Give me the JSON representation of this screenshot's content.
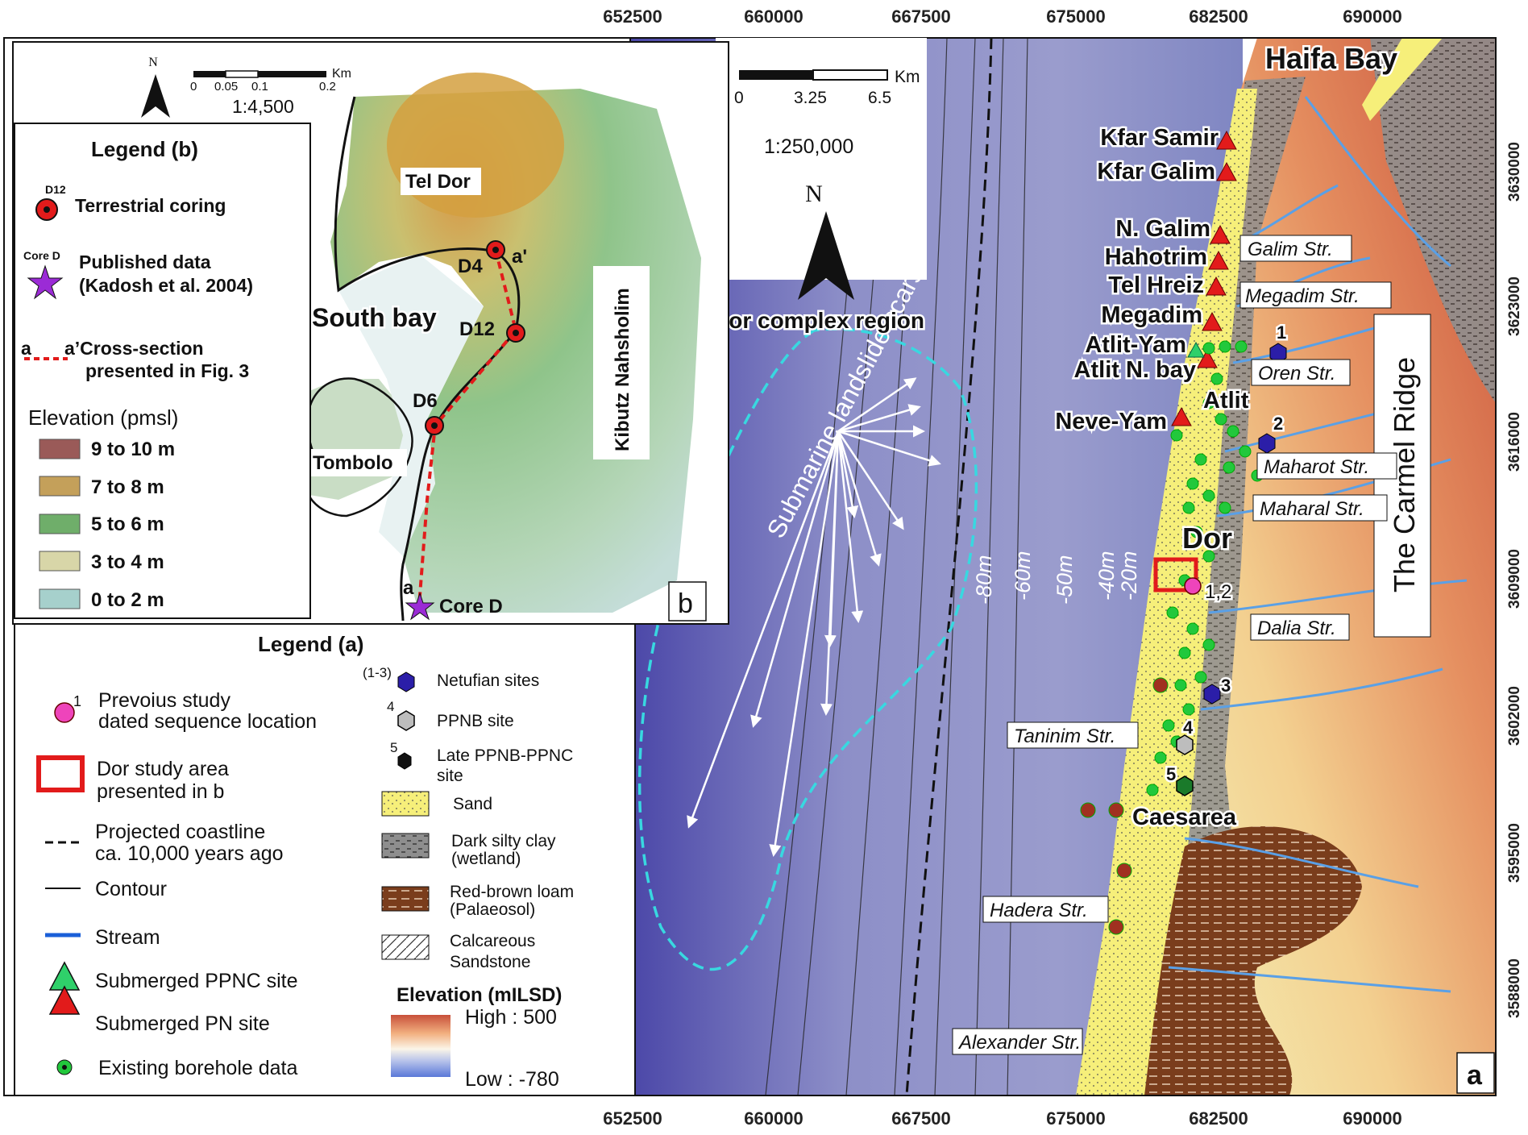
{
  "coords": {
    "x_ticks": [
      "652500",
      "660000",
      "667500",
      "675000",
      "682500",
      "690000"
    ],
    "y_ticks": [
      "3630000",
      "3623000",
      "3616000",
      "3609000",
      "3602000",
      "3595000",
      "3588000"
    ]
  },
  "scale_a": {
    "labels": [
      "0",
      "3.25",
      "6.5"
    ],
    "unit": "Km",
    "ratio": "1:250,000"
  },
  "scale_b": {
    "labels": [
      "0",
      "0.05",
      "0.1",
      "0.2"
    ],
    "unit": "Km",
    "ratio": "1:4,500"
  },
  "north_label": "N",
  "panel_a": {
    "letter": "a",
    "region_title": "Dor complex region",
    "haifa_bay": "Haifa Bay",
    "ridge": "The Carmel Ridge",
    "landslide": "Submarine landslide scars",
    "dor": "Dor",
    "atlit": "Atlit",
    "caesarea": "Caesarea",
    "sites": [
      "Kfar Samir",
      "Kfar Galim",
      "N. Galim",
      "Hahotrim",
      "Tel Hreiz",
      "Megadim",
      "Atlit-Yam",
      "Atlit N. bay",
      "Neve-Yam"
    ],
    "streams": [
      "Galim Str.",
      "Megadim Str.",
      "Oren Str.",
      "Maharot Str.",
      "Maharal Str.",
      "Dalia Str.",
      "Taninim Str.",
      "Hadera Str.",
      "Alexander Str."
    ],
    "depths": [
      "-80m",
      "-60m",
      "-50m",
      "-40m",
      "-20m"
    ],
    "numbers": [
      "1",
      "2",
      "3",
      "4",
      "5",
      "1,2"
    ]
  },
  "panel_b": {
    "letter": "b",
    "tel_dor": "Tel Dor",
    "south_bay": "South bay",
    "tombolo": "Tombolo",
    "kibutz": "Kibutz Nahsholim",
    "points": [
      "D4",
      "D12",
      "D6",
      "Core D",
      "a",
      "a'"
    ]
  },
  "legend_b": {
    "title": "Legend (b)",
    "coring_tag": "D12",
    "coring": "Terrestrial coring",
    "pub_tag": "Core D",
    "pub1": "Published data",
    "pub2": "(Kadosh et al. 2004)",
    "xs_a": "a",
    "xs1": "a’Cross-section",
    "xs2": "presented in Fig. 3",
    "elev_title": "Elevation (pmsl)",
    "elev": [
      "9 to 10 m",
      "7 to 8 m",
      "5 to 6 m",
      "3 to 4 m",
      "0 to 2 m"
    ],
    "elev_colors": [
      "#9a5a58",
      "#c4a05a",
      "#6fae6a",
      "#d8d6a8",
      "#a6d0cc"
    ]
  },
  "legend_a": {
    "title": "Legend (a)",
    "prev_tag": "1",
    "prev1": "Prevoius study",
    "prev2": "dated sequence location",
    "dor1": "Dor study area",
    "dor2": "presented in b",
    "coast1": "Projected coastline",
    "coast2": "ca. 10,000 years ago",
    "contour": "Contour",
    "stream": "Stream",
    "ppnc": "Submerged PPNC site",
    "pn": "Submerged PN site",
    "bore": "Existing borehole data",
    "netufian_tag": "(1-3)",
    "netufian": "Netufian sites",
    "ppnb_tag": "4",
    "ppnb": "PPNB site",
    "late_tag": "5",
    "late1": "Late PPNB-PPNC",
    "late2": "site",
    "sand": "Sand",
    "clay1": "Dark silty clay",
    "clay2": "(wetland)",
    "loam1": "Red-brown loam",
    "loam2": "(Palaeosol)",
    "calc1": "Calcareous",
    "calc2": "Sandstone",
    "elev_title": "Elevation (mILSD)",
    "high": "High : 500",
    "low": "Low : -780"
  }
}
